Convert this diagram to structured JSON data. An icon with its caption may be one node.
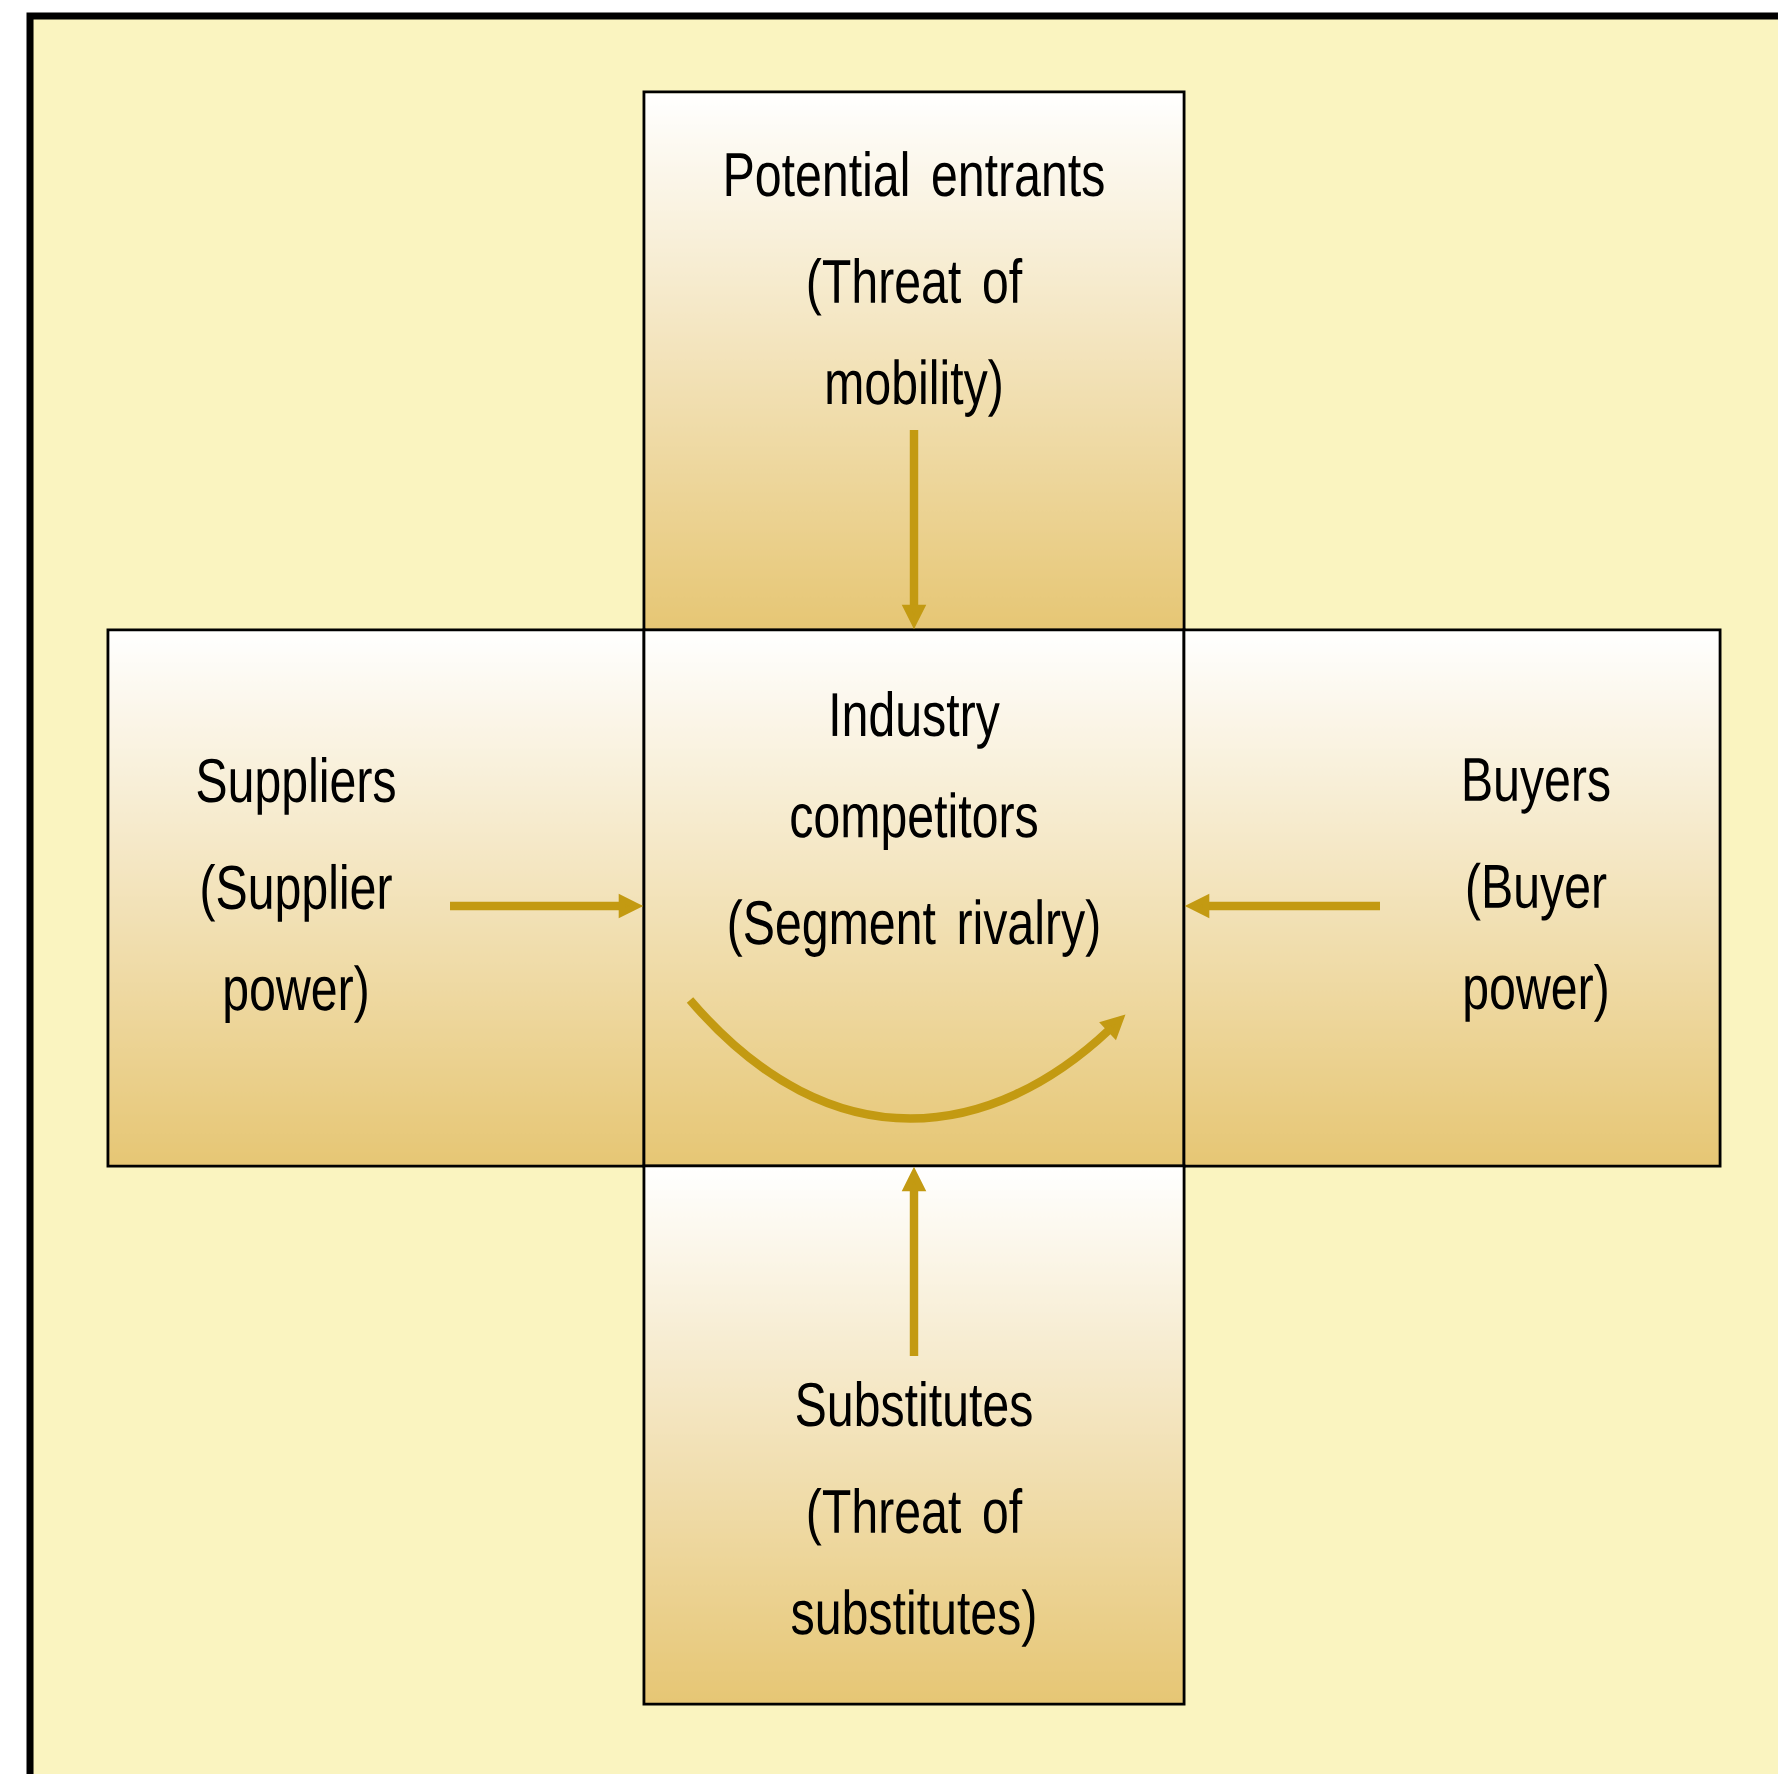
{
  "diagram": {
    "nodes": [
      {
        "text": [
          "Potential entrants",
          "(Threat of mobility)"
        ]
      },
      {
        "text": [
          "Suppliers",
          "(Supplier power)"
        ]
      },
      {
        "text": [
          "Industry competitors",
          "(Segment rivalry)"
        ]
      },
      {
        "text": [
          "Buyers",
          "(Buyer power)"
        ]
      },
      {
        "text": [
          "Substitutes",
          "(Threat of substitutes)"
        ]
      }
    ],
    "edges": [
      {
        "from": 0,
        "to": 2,
        "arrow": "to"
      },
      {
        "from": 1,
        "to": 2,
        "arrow": "to"
      },
      {
        "from": 3,
        "to": 2,
        "arrow": "to"
      },
      {
        "from": 4,
        "to": 2,
        "arrow": "to"
      },
      {
        "from": 2,
        "to": 2,
        "arrow": "to"
      }
    ]
  }
}
